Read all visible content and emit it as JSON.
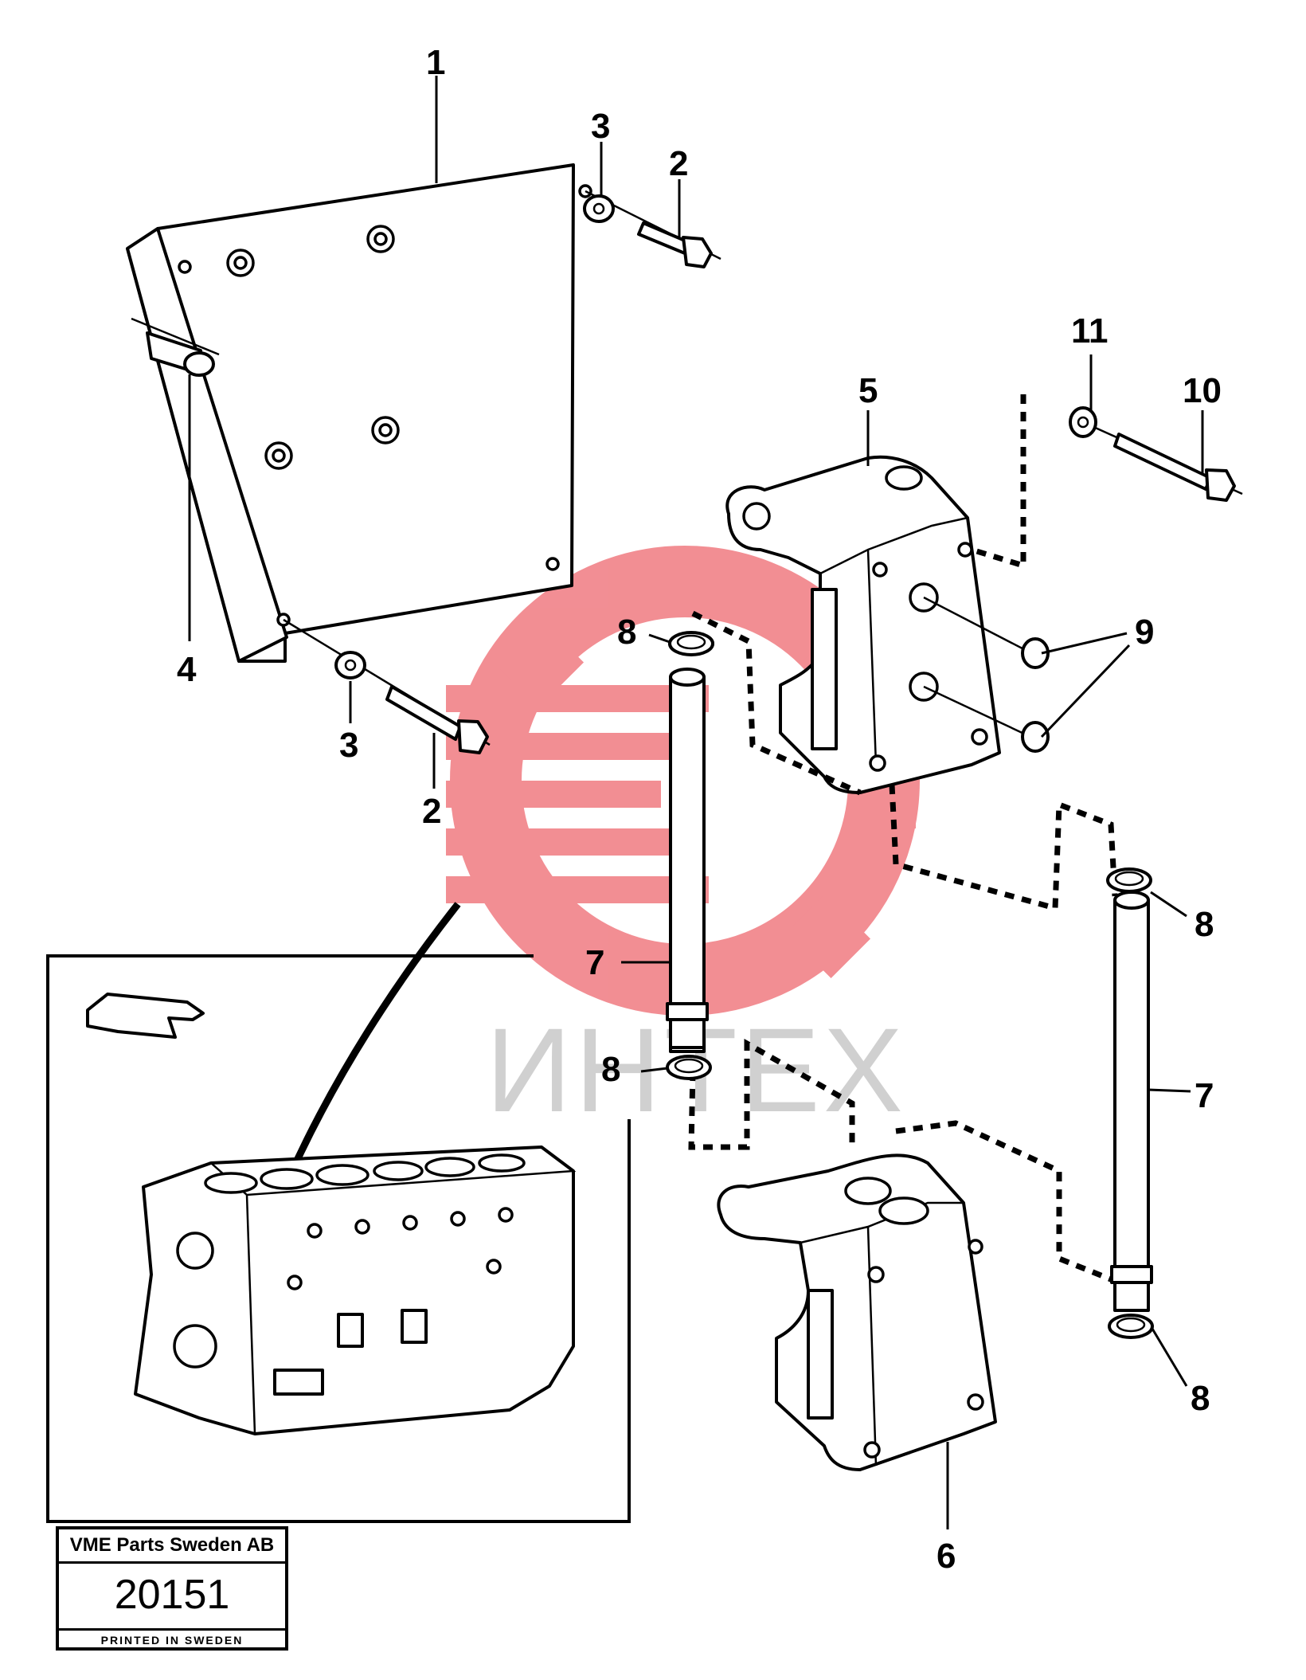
{
  "callouts": {
    "c1": "1",
    "c2a": "2",
    "c2b": "2",
    "c3a": "3",
    "c3b": "3",
    "c4": "4",
    "c5": "5",
    "c6": "6",
    "c7a": "7",
    "c7b": "7",
    "c8a": "8",
    "c8b": "8",
    "c8c": "8",
    "c8d": "8",
    "c9": "9",
    "c10": "10",
    "c11": "11"
  },
  "watermark": {
    "text": "ИНТЕХ",
    "color": "#e8323c"
  },
  "title_block": {
    "company": "VME Parts Sweden AB",
    "drawing_number": "20151",
    "printed": "PRINTED IN SWEDEN"
  }
}
